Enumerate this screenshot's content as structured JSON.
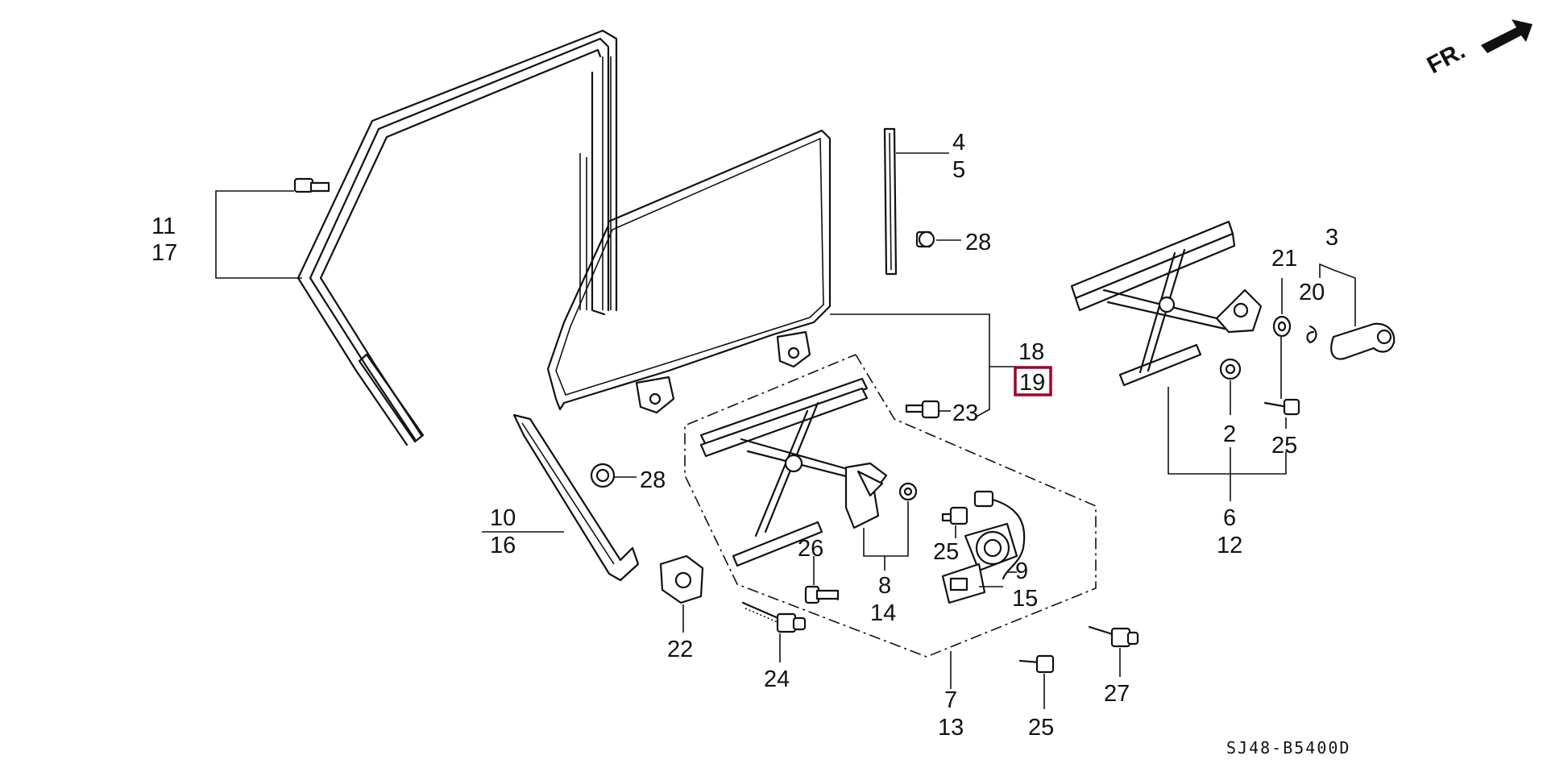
{
  "orientation": {
    "label": "FR.",
    "icon": "front-direction-arrow-icon"
  },
  "diagram_code": "SJ48-B5400D",
  "highlight_color": "#a0002a",
  "highlighted_part": "19",
  "labels": [
    {
      "id": "p11",
      "text": "11"
    },
    {
      "id": "p17",
      "text": "17"
    },
    {
      "id": "p4",
      "text": "4"
    },
    {
      "id": "p5",
      "text": "5"
    },
    {
      "id": "p28a",
      "text": "28"
    },
    {
      "id": "p28b",
      "text": "28"
    },
    {
      "id": "p18",
      "text": "18"
    },
    {
      "id": "p19",
      "text": "19"
    },
    {
      "id": "p23",
      "text": "23"
    },
    {
      "id": "p10",
      "text": "10"
    },
    {
      "id": "p16",
      "text": "16"
    },
    {
      "id": "p26",
      "text": "26"
    },
    {
      "id": "p25a",
      "text": "25"
    },
    {
      "id": "p9",
      "text": "9"
    },
    {
      "id": "p15",
      "text": "15"
    },
    {
      "id": "p8",
      "text": "8"
    },
    {
      "id": "p14",
      "text": "14"
    },
    {
      "id": "p22",
      "text": "22"
    },
    {
      "id": "p24",
      "text": "24"
    },
    {
      "id": "p7",
      "text": "7"
    },
    {
      "id": "p13",
      "text": "13"
    },
    {
      "id": "p25b",
      "text": "25"
    },
    {
      "id": "p27",
      "text": "27"
    },
    {
      "id": "p21",
      "text": "21"
    },
    {
      "id": "p20",
      "text": "20"
    },
    {
      "id": "p3",
      "text": "3"
    },
    {
      "id": "p2",
      "text": "2"
    },
    {
      "id": "p25c",
      "text": "25"
    },
    {
      "id": "p6",
      "text": "6"
    },
    {
      "id": "p12",
      "text": "12"
    }
  ]
}
